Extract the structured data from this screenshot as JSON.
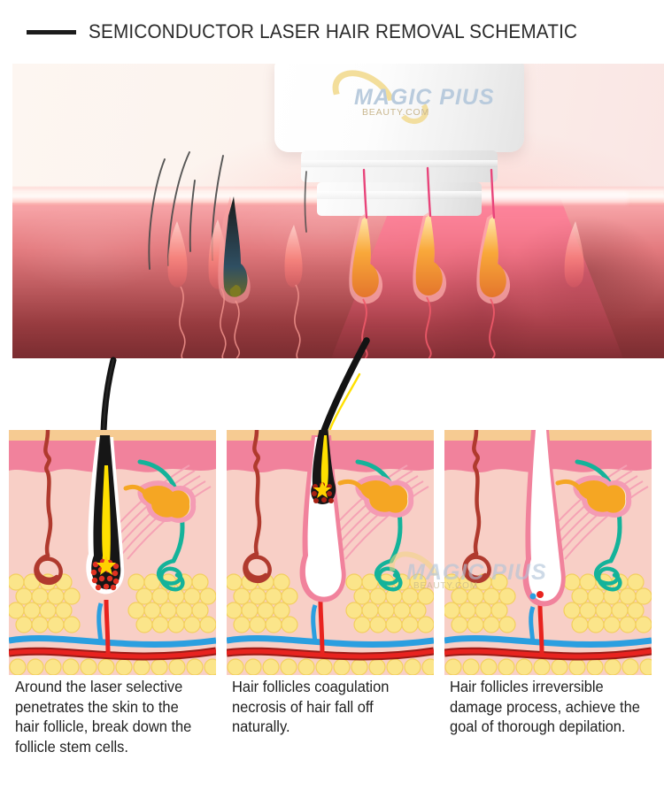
{
  "header": {
    "title": "SEMICONDUCTOR LASER HAIR REMOVAL SCHEMATIC",
    "dash_color": "#1c1c1c"
  },
  "hero": {
    "alt": "semiconductor laser handpiece emitting beam onto skin cross-section with hair follicles",
    "watermark": {
      "brand": "MAGIC PIUS",
      "site": "BEAUTY.COM",
      "brand_color": "#b9cbdd",
      "swoosh_color": "#f2d98a"
    },
    "device_color": "#ffffff",
    "beam_color": "#ff6e96",
    "skin_color": "#a64a4e",
    "follicle_glow_color": "#f7a83c"
  },
  "panels": [
    {
      "name": "panel-follicle-intact",
      "alt": "skin cross-section with intact hair follicle, laser energy absorbed by hair shaft",
      "hair_present": true,
      "hair_state": "intact",
      "colors": {
        "epidermis": "#f6cb92",
        "dermis_top": "#f1829c",
        "dermis": "#f7cbc2",
        "hair_shaft": "#161616",
        "hair_core": "#ffe000",
        "sebaceous_gland": "#f5a623",
        "nerve": "#14b39a",
        "blood_vessel": "#b03a2e",
        "artery": "#e8231f",
        "vein": "#2b9fe0",
        "fat_cells": "#fbe58a"
      }
    },
    {
      "name": "panel-follicle-coagulated",
      "alt": "hair follicle coagulated, hair shaft detaching from the emptied follicle",
      "hair_present": true,
      "hair_state": "detaching",
      "colors": {
        "epidermis": "#f6cb92",
        "dermis_top": "#f1829c",
        "dermis": "#f7cbc2",
        "hair_shaft": "#161616",
        "hair_core": "#ffe000",
        "follicle_cavity": "#ffffff",
        "sebaceous_gland": "#f5a623",
        "nerve": "#14b39a",
        "blood_vessel": "#b03a2e",
        "artery": "#e8231f",
        "vein": "#2b9fe0",
        "fat_cells": "#fbe58a"
      }
    },
    {
      "name": "panel-follicle-destroyed",
      "alt": "empty follicle with irreversible damage, no hair remaining",
      "hair_present": false,
      "hair_state": "destroyed",
      "colors": {
        "epidermis": "#f6cb92",
        "dermis_top": "#f1829c",
        "dermis": "#f7cbc2",
        "follicle_cavity": "#ffffff",
        "sebaceous_gland": "#f5a623",
        "nerve": "#14b39a",
        "blood_vessel": "#b03a2e",
        "artery": "#e8231f",
        "vein": "#2b9fe0",
        "fat_cells": "#fbe58a"
      }
    }
  ],
  "panel_watermark": {
    "brand": "MAGIC PIUS",
    "site": "BEAUTY.COM"
  },
  "captions": [
    "Around the laser selective penetrates the skin to the hair follicle, break down the follicle stem cells.",
    "Hair follicles coagulation necrosis of hair fall off naturally.",
    "Hair follicles irreversible damage process, achieve the goal of thorough depilation."
  ]
}
